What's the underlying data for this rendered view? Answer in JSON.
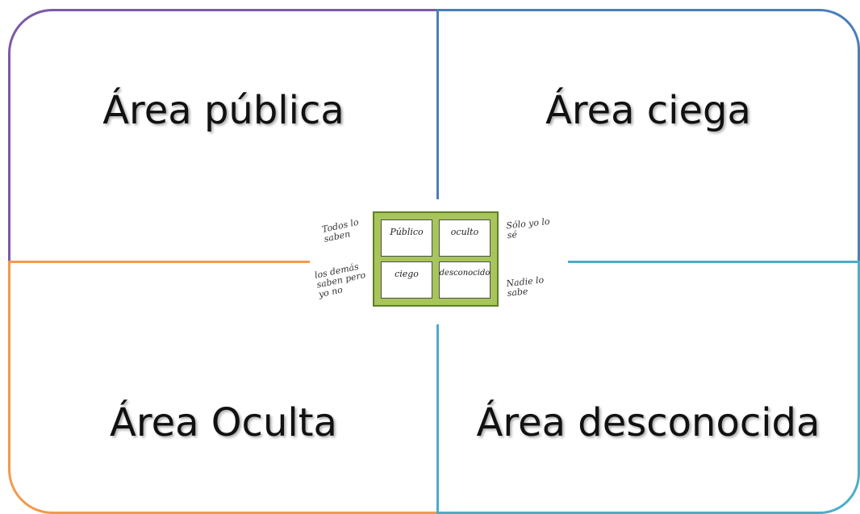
{
  "quadrants": {
    "top_left": "Área pública",
    "top_right": "Área ciega",
    "bottom_left": "Área Oculta",
    "bottom_right": "Área desconocida"
  },
  "sketch": {
    "cells": [
      "Público",
      "oculto",
      "ciego",
      "desconocido"
    ],
    "notes": {
      "left_top": "Todos lo saben",
      "left_bottom": "los demás saben pero yo no",
      "right_top": "Sólo yo lo sé",
      "right_bottom": "Nadie lo sabe"
    }
  },
  "colors": {
    "top_left": "#7b5aa6",
    "top_right": "#4a7ebb",
    "bottom_left": "#f39a4b",
    "bottom_right": "#4aaec8",
    "grid": "#a7c55a"
  }
}
